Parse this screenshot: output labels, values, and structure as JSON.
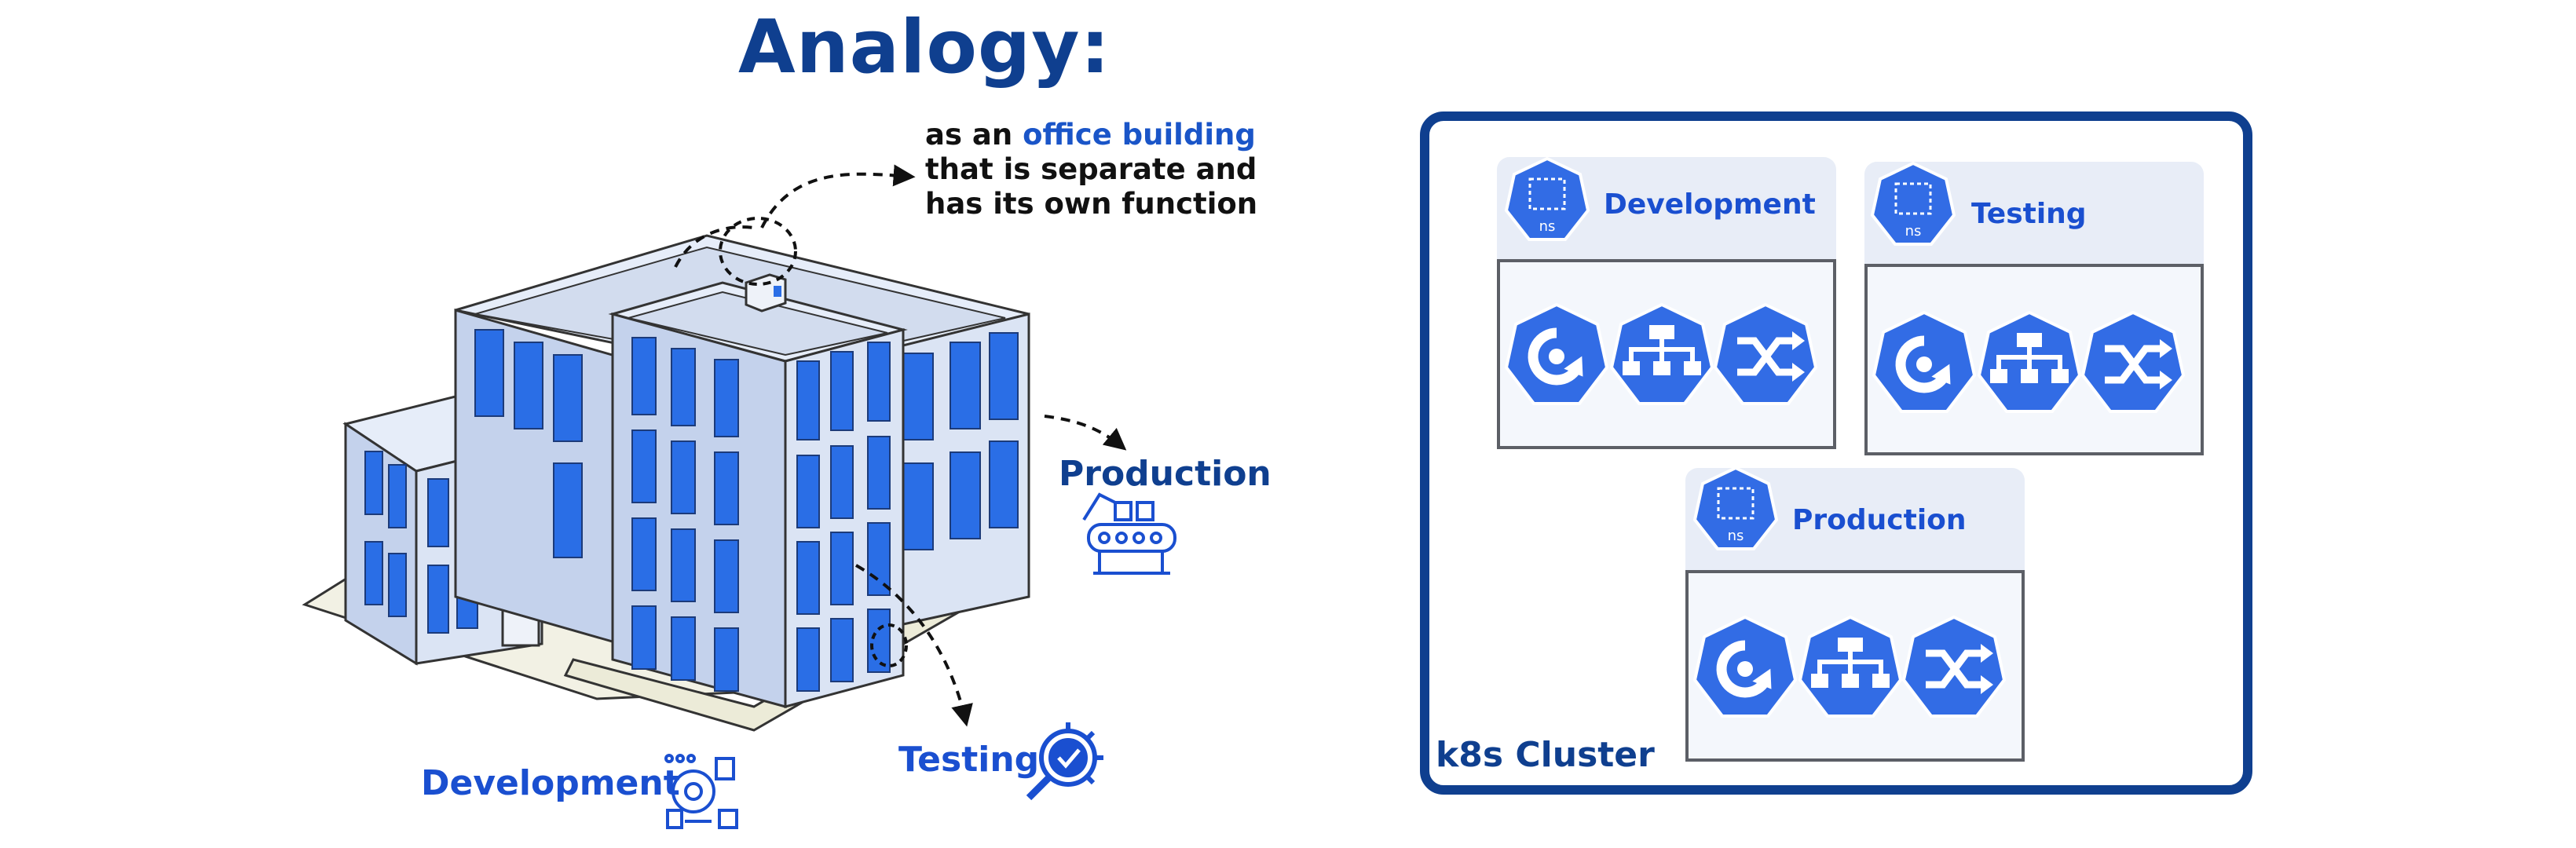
{
  "title": "Analogy:",
  "caption": {
    "line1_prefix": "as an",
    "line1_highlight": "office building",
    "line2": "that is separate and",
    "line3": "has its own function"
  },
  "building_labels": {
    "production": "Production",
    "testing": "Testing",
    "development": "Development"
  },
  "cluster": {
    "label": "k8s Cluster",
    "namespaces": [
      {
        "name": "Development",
        "badge": "ns",
        "icons": [
          "deployment-icon",
          "service-icon",
          "pod-icon"
        ]
      },
      {
        "name": "Testing",
        "badge": "ns",
        "icons": [
          "deployment-icon",
          "service-icon",
          "pod-icon"
        ]
      },
      {
        "name": "Production",
        "badge": "ns",
        "icons": [
          "deployment-icon",
          "service-icon",
          "pod-icon"
        ]
      }
    ]
  },
  "colors": {
    "navy": "#0f3f8f",
    "k8s_blue": "#326ce5",
    "label_blue": "#1a4fd0",
    "window_blue": "#2a6ee6",
    "wall": "#dbe4f4",
    "wall_side": "#b9c8e6",
    "ns_header_bg": "#e8edf7",
    "ns_body_border": "#5c5f66"
  }
}
